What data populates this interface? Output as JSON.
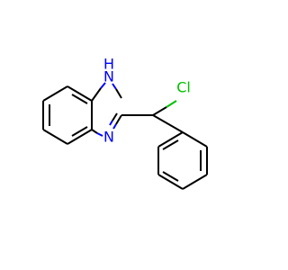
{
  "molecule": {
    "colors": {
      "carbon_bond": "#000000",
      "nitrogen": "#0000ff",
      "chlorine": "#00c000"
    },
    "atoms": {
      "nh_n": "N",
      "nh_h": "H",
      "imine_n": "N",
      "chlorine": "Cl"
    }
  }
}
